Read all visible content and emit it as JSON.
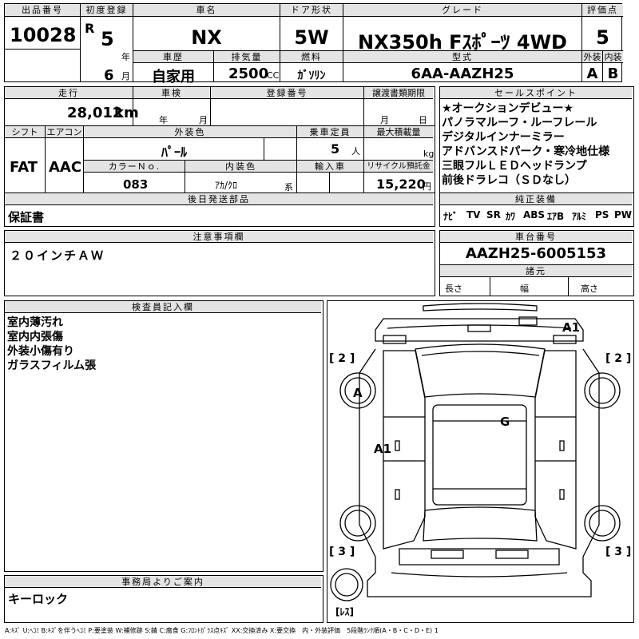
{
  "top": {
    "lot_label": "出品番号",
    "lot_value": "10028",
    "first_reg_label": "初度登録",
    "era": "R",
    "year": "5",
    "year_unit": "年",
    "month": "6",
    "month_unit": "月",
    "car_name_label": "車名",
    "car_name": "NX",
    "door_label": "ドア形状",
    "door": "5W",
    "grade_label": "グレード",
    "grade": "NX350h Fｽﾎﾟｰﾂ 4WD",
    "score_label": "評価点",
    "score": "5",
    "ext_label": "外装",
    "ext": "A",
    "int_label": "内装",
    "int": "B",
    "history_label": "車歴",
    "history": "自家用",
    "displacement_label": "排気量",
    "displacement": "2500",
    "cc": "CC",
    "fuel_label": "燃料",
    "fuel": "ｶﾞｿﾘﾝ",
    "model_label": "型式",
    "model": "6AA-AAZH25"
  },
  "row2": {
    "mileage_label": "走行",
    "mileage": "28,012",
    "km": "km",
    "inspection_label": "車検",
    "year_unit": "年",
    "month_unit": "月",
    "regnum_label": "登録番号",
    "transfer_label": "譲渡書類期限",
    "month_unit2": "月",
    "day_unit": "日",
    "shift_label": "シフト",
    "shift": "FAT",
    "ac_label": "エアコン",
    "ac": "AAC",
    "color_label": "外装色",
    "color": "ﾊﾟｰﾙ",
    "capacity_label": "乗車定員",
    "capacity": "5",
    "person_unit": "人",
    "load_label": "最大積載量",
    "kg": "kg",
    "colorno_label": "カラーＮｏ.",
    "colorno": "083",
    "interior_label": "内装色",
    "interior": "ｱｶ/ｸﾛ",
    "kei": "系",
    "import_label": "輸入車",
    "recycle_label": "リサイクル預託金",
    "recycle": "15,220",
    "yen": "円",
    "later_label": "後日発送部品",
    "later": "保証書"
  },
  "sales": {
    "label": "セールスポイント",
    "items": [
      "★オークションデビュー★",
      "パノラマルーフ・ルーフレール",
      "デジタルインナーミラー",
      "アドバンスドパーク・寒冷地仕様",
      "三眼フルＬＥＤヘッドランプ",
      "前後ドラレコ（ＳＤなし）"
    ],
    "equip_label": "純正装備",
    "equip": [
      "ﾅﾋﾞ",
      "TV",
      "SR",
      "ｶﾜ",
      "ABS",
      "ｴｱB",
      "ｱﾙﾐ",
      "PS",
      "PW"
    ]
  },
  "notes": {
    "label": "注意事項欄",
    "text": "２０インチＡＷ"
  },
  "chassis": {
    "label": "車台番号",
    "value": "AAZH25-6005153",
    "spec_label": "諸元",
    "length": "長さ",
    "width": "幅",
    "height": "高さ"
  },
  "inspector": {
    "label": "検査員記入欄",
    "lines": [
      "室内薄汚れ",
      "室内内張傷",
      "外装小傷有り",
      "ガラスフィルム張"
    ]
  },
  "office": {
    "label": "事務局よりご案内",
    "text": "キーロック"
  },
  "diagram": {
    "marks": {
      "a1_top": "A1",
      "a_wheel": "A",
      "g_mark": "G",
      "a1_side": "A1"
    },
    "brackets": {
      "tl": "[ 2 ]",
      "tr": "[ 2 ]",
      "bl": "[ 3 ]",
      "br": "[ 3 ]",
      "spare": "[ﾚｽ]"
    }
  },
  "legend": "A:ｷｽﾞ U:ﾍｺﾐ B:ｷｽﾞを伴うﾍｺﾐ P:要塗装 W:補修跡 S:錆 C:腐食 G:ﾌﾛﾝﾄｶﾞﾗｽ点ｷｽﾞ XX:交換済み X:要交換　内・外装評価　5段階ﾗﾝｸ順(A・B・C・D・E) 1"
}
